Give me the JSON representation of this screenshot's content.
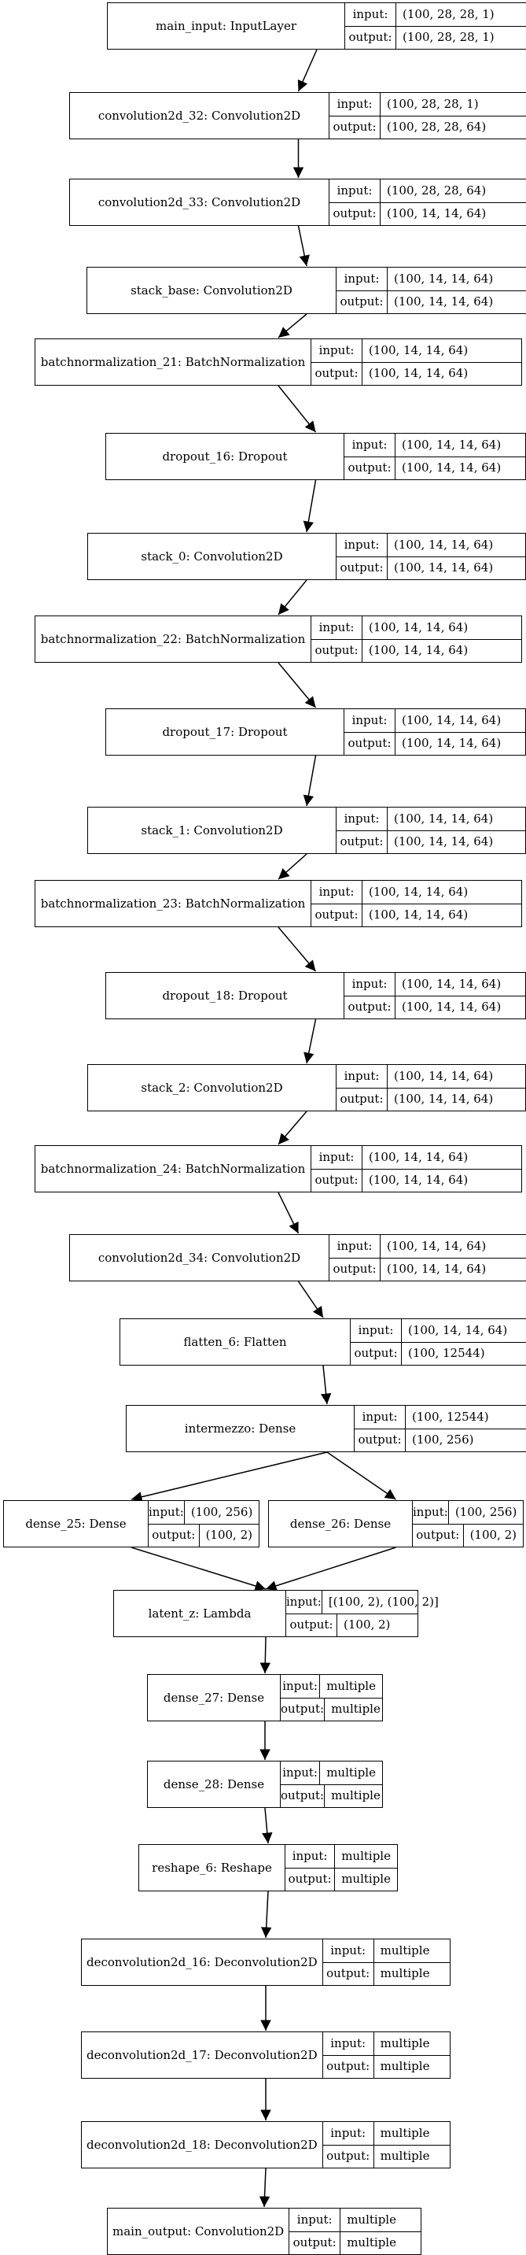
{
  "io_labels": {
    "input": "input:",
    "output": "output:"
  },
  "layers": [
    {
      "name": "main_input: InputLayer",
      "input": "(100, 28, 28, 1)",
      "output": "(100, 28, 28, 1)"
    },
    {
      "name": "convolution2d_32: Convolution2D",
      "input": "(100, 28, 28, 1)",
      "output": "(100, 28, 28, 64)"
    },
    {
      "name": "convolution2d_33: Convolution2D",
      "input": "(100, 28, 28, 64)",
      "output": "(100, 14, 14, 64)"
    },
    {
      "name": "stack_base: Convolution2D",
      "input": "(100, 14, 14, 64)",
      "output": "(100, 14, 14, 64)"
    },
    {
      "name": "batchnormalization_21: BatchNormalization",
      "input": "(100, 14, 14, 64)",
      "output": "(100, 14, 14, 64)"
    },
    {
      "name": "dropout_16: Dropout",
      "input": "(100, 14, 14, 64)",
      "output": "(100, 14, 14, 64)"
    },
    {
      "name": "stack_0: Convolution2D",
      "input": "(100, 14, 14, 64)",
      "output": "(100, 14, 14, 64)"
    },
    {
      "name": "batchnormalization_22: BatchNormalization",
      "input": "(100, 14, 14, 64)",
      "output": "(100, 14, 14, 64)"
    },
    {
      "name": "dropout_17: Dropout",
      "input": "(100, 14, 14, 64)",
      "output": "(100, 14, 14, 64)"
    },
    {
      "name": "stack_1: Convolution2D",
      "input": "(100, 14, 14, 64)",
      "output": "(100, 14, 14, 64)"
    },
    {
      "name": "batchnormalization_23: BatchNormalization",
      "input": "(100, 14, 14, 64)",
      "output": "(100, 14, 14, 64)"
    },
    {
      "name": "dropout_18: Dropout",
      "input": "(100, 14, 14, 64)",
      "output": "(100, 14, 14, 64)"
    },
    {
      "name": "stack_2: Convolution2D",
      "input": "(100, 14, 14, 64)",
      "output": "(100, 14, 14, 64)"
    },
    {
      "name": "batchnormalization_24: BatchNormalization",
      "input": "(100, 14, 14, 64)",
      "output": "(100, 14, 14, 64)"
    },
    {
      "name": "convolution2d_34: Convolution2D",
      "input": "(100, 14, 14, 64)",
      "output": "(100, 14, 14, 64)"
    },
    {
      "name": "flatten_6: Flatten",
      "input": "(100, 14, 14, 64)",
      "output": "(100, 12544)"
    },
    {
      "name": "intermezzo: Dense",
      "input": "(100, 12544)",
      "output": "(100, 256)"
    },
    {
      "name": "dense_25: Dense",
      "input": "(100, 256)",
      "output": "(100, 2)"
    },
    {
      "name": "dense_26: Dense",
      "input": "(100, 256)",
      "output": "(100, 2)"
    },
    {
      "name": "latent_z: Lambda",
      "input": "[(100, 2), (100, 2)]",
      "output": "(100, 2)"
    },
    {
      "name": "dense_27: Dense",
      "input": "multiple",
      "output": "multiple"
    },
    {
      "name": "dense_28: Dense",
      "input": "multiple",
      "output": "multiple"
    },
    {
      "name": "reshape_6: Reshape",
      "input": "multiple",
      "output": "multiple"
    },
    {
      "name": "deconvolution2d_16: Deconvolution2D",
      "input": "multiple",
      "output": "multiple"
    },
    {
      "name": "deconvolution2d_17: Deconvolution2D",
      "input": "multiple",
      "output": "multiple"
    },
    {
      "name": "deconvolution2d_18: Deconvolution2D",
      "input": "multiple",
      "output": "multiple"
    },
    {
      "name": "main_output: Convolution2D",
      "input": "multiple",
      "output": "multiple"
    }
  ],
  "edges": [
    [
      0,
      1
    ],
    [
      1,
      2
    ],
    [
      2,
      3
    ],
    [
      3,
      4
    ],
    [
      4,
      5
    ],
    [
      5,
      6
    ],
    [
      6,
      7
    ],
    [
      7,
      8
    ],
    [
      8,
      9
    ],
    [
      9,
      10
    ],
    [
      10,
      11
    ],
    [
      11,
      12
    ],
    [
      12,
      13
    ],
    [
      13,
      14
    ],
    [
      14,
      15
    ],
    [
      15,
      16
    ],
    [
      16,
      17
    ],
    [
      16,
      18
    ],
    [
      17,
      19
    ],
    [
      18,
      19
    ],
    [
      19,
      20
    ],
    [
      20,
      21
    ],
    [
      21,
      22
    ],
    [
      22,
      23
    ],
    [
      23,
      24
    ],
    [
      24,
      25
    ],
    [
      25,
      26
    ]
  ]
}
